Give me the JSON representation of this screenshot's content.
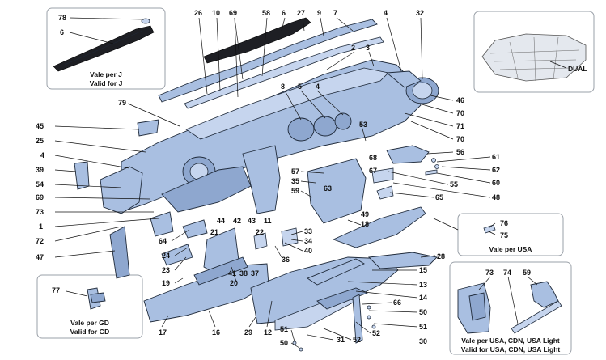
{
  "labels": {
    "l78": "78",
    "l6a": "6",
    "l26": "26",
    "l10": "10",
    "l69a": "69",
    "l58": "58",
    "l6b": "6",
    "l27": "27",
    "l9": "9",
    "l7": "7",
    "l4a": "4",
    "l32": "32",
    "l2": "2",
    "l3": "3",
    "l8": "8",
    "l5": "5",
    "l4b": "4",
    "l79": "79",
    "l45": "45",
    "l25": "25",
    "l4c": "4",
    "l39": "39",
    "l54": "54",
    "l69b": "69",
    "l73": "73",
    "l1": "1",
    "l72": "72",
    "l47": "47",
    "l46": "46",
    "l70a": "70",
    "l71": "71",
    "l53": "53",
    "l70b": "70",
    "l56": "56",
    "l61": "61",
    "l62": "62",
    "l60": "60",
    "l55": "55",
    "l48": "48",
    "l68": "68",
    "l67": "67",
    "l57": "57",
    "l35": "35",
    "l59a": "59",
    "l63": "63",
    "l65": "65",
    "l49": "49",
    "l18": "18",
    "l44": "44",
    "l42": "42",
    "l43": "43",
    "l11": "11",
    "l21": "21",
    "l22": "22",
    "l33": "33",
    "l34": "34",
    "l40": "40",
    "l64": "64",
    "l24": "24",
    "l23": "23",
    "l19": "19",
    "l41": "41",
    "l38": "38",
    "l37": "37",
    "l36": "36",
    "l20": "20",
    "l28": "28",
    "l15": "15",
    "l13": "13",
    "l14": "14",
    "l66": "66",
    "l50a": "50",
    "l51a": "51",
    "l52a": "52",
    "l30": "30",
    "l52b": "52",
    "l17": "17",
    "l16": "16",
    "l29": "29",
    "l12": "12",
    "l31": "31",
    "l51b": "51",
    "l50b": "50",
    "l76": "76",
    "l75": "75",
    "l77": "77",
    "l73b": "73",
    "l74": "74",
    "l59b": "59"
  },
  "insets": {
    "j_line1": "Vale per J",
    "j_line2": "Valid for J",
    "dual": "DUAL",
    "usa": "Vale per USA",
    "gd_line1": "Vale per GD",
    "gd_line2": "Valid for GD",
    "usa_line1": "Vale per USA, CDN, USA Light",
    "usa_line2": "Valid for USA, CDN, USA Light"
  },
  "colors": {
    "part_fill": "#a9bfe1",
    "outline": "#1f2a3a",
    "gasket": "#1e1f24"
  }
}
